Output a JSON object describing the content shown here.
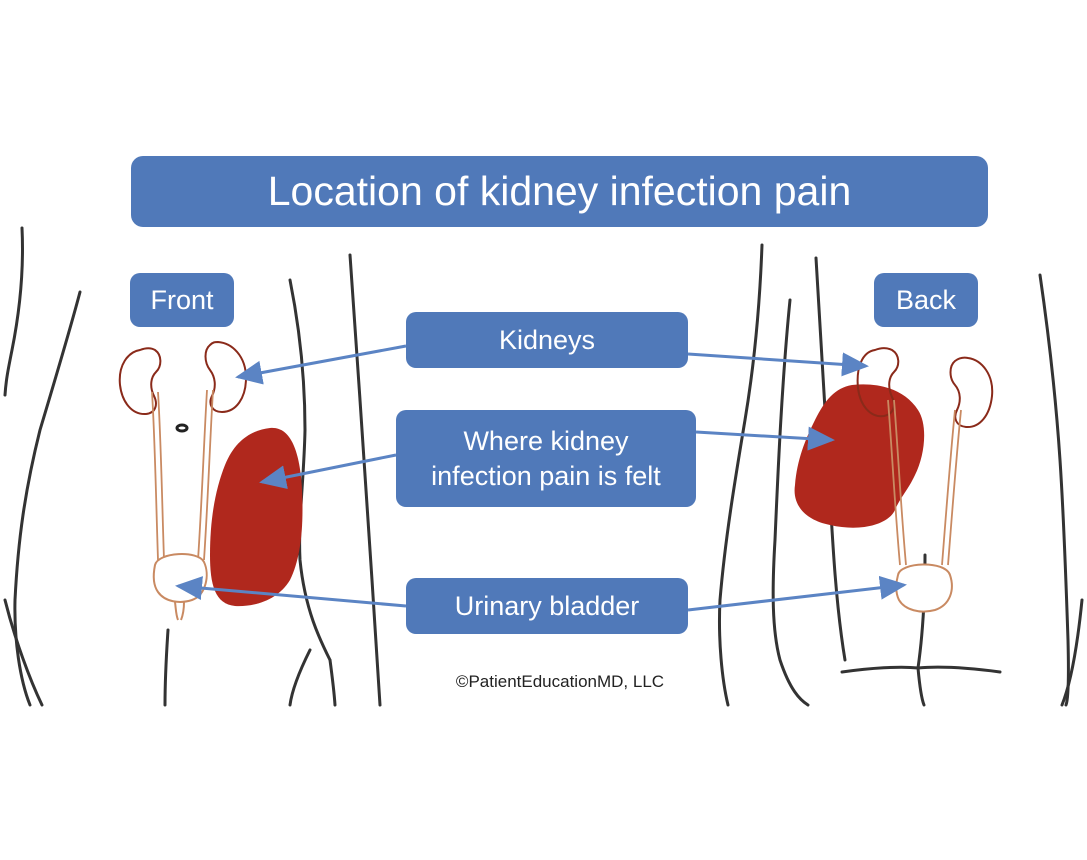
{
  "title": "Location of kidney infection pain",
  "views": {
    "front": "Front",
    "back": "Back"
  },
  "labels": {
    "kidneys": "Kidneys",
    "pain_line1": "Where kidney",
    "pain_line2": "infection pain is felt",
    "bladder": "Urinary bladder"
  },
  "credit": "©PatientEducationMD, LLC",
  "colors": {
    "label_bg": "#5079b9",
    "label_text": "#ffffff",
    "pain_area": "#b0281d",
    "organ_outline": "#8a2a1a",
    "ureter": "#c98a62",
    "body_outline": "#333333",
    "arrow": "#5b84c4"
  }
}
